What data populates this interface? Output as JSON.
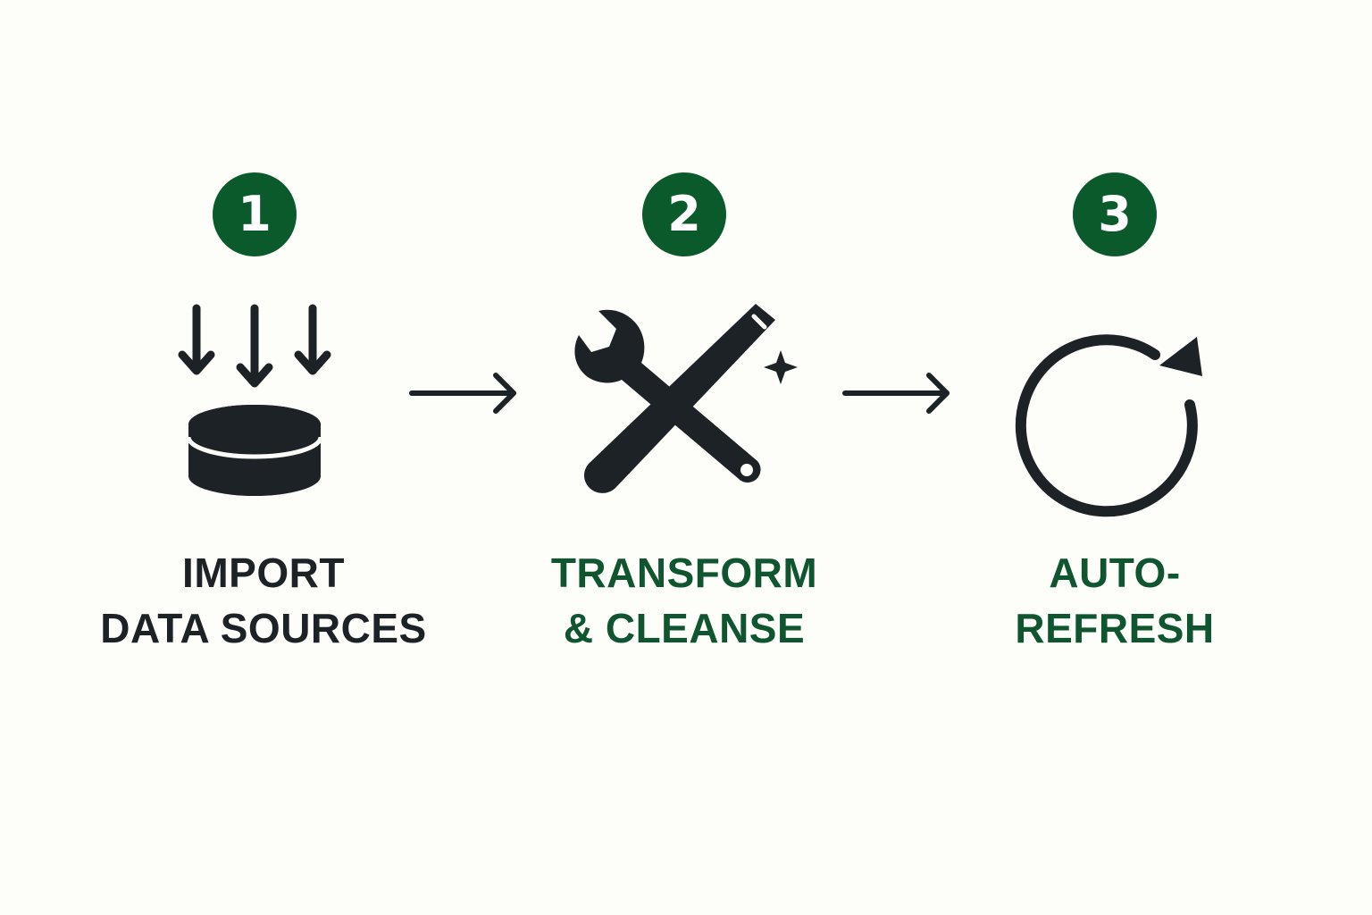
{
  "colors": {
    "background": "#fdfdf9",
    "badge": "#0b5a2c",
    "icon": "#1d2226",
    "label_dark": "#1d2226",
    "label_green": "#0f5530"
  },
  "steps": [
    {
      "number": "1",
      "icon": "database-import-icon",
      "label_line1": "IMPORT",
      "label_line2": "DATA SOURCES"
    },
    {
      "number": "2",
      "icon": "wrench-and-wand-icon",
      "label_line1": "TRANSFORM",
      "label_line2": "& CLEANSE"
    },
    {
      "number": "3",
      "icon": "refresh-cycle-icon",
      "label_line1": "AUTO-",
      "label_line2": "REFRESH"
    }
  ],
  "connectors": [
    "right-arrow-icon",
    "right-arrow-icon"
  ]
}
